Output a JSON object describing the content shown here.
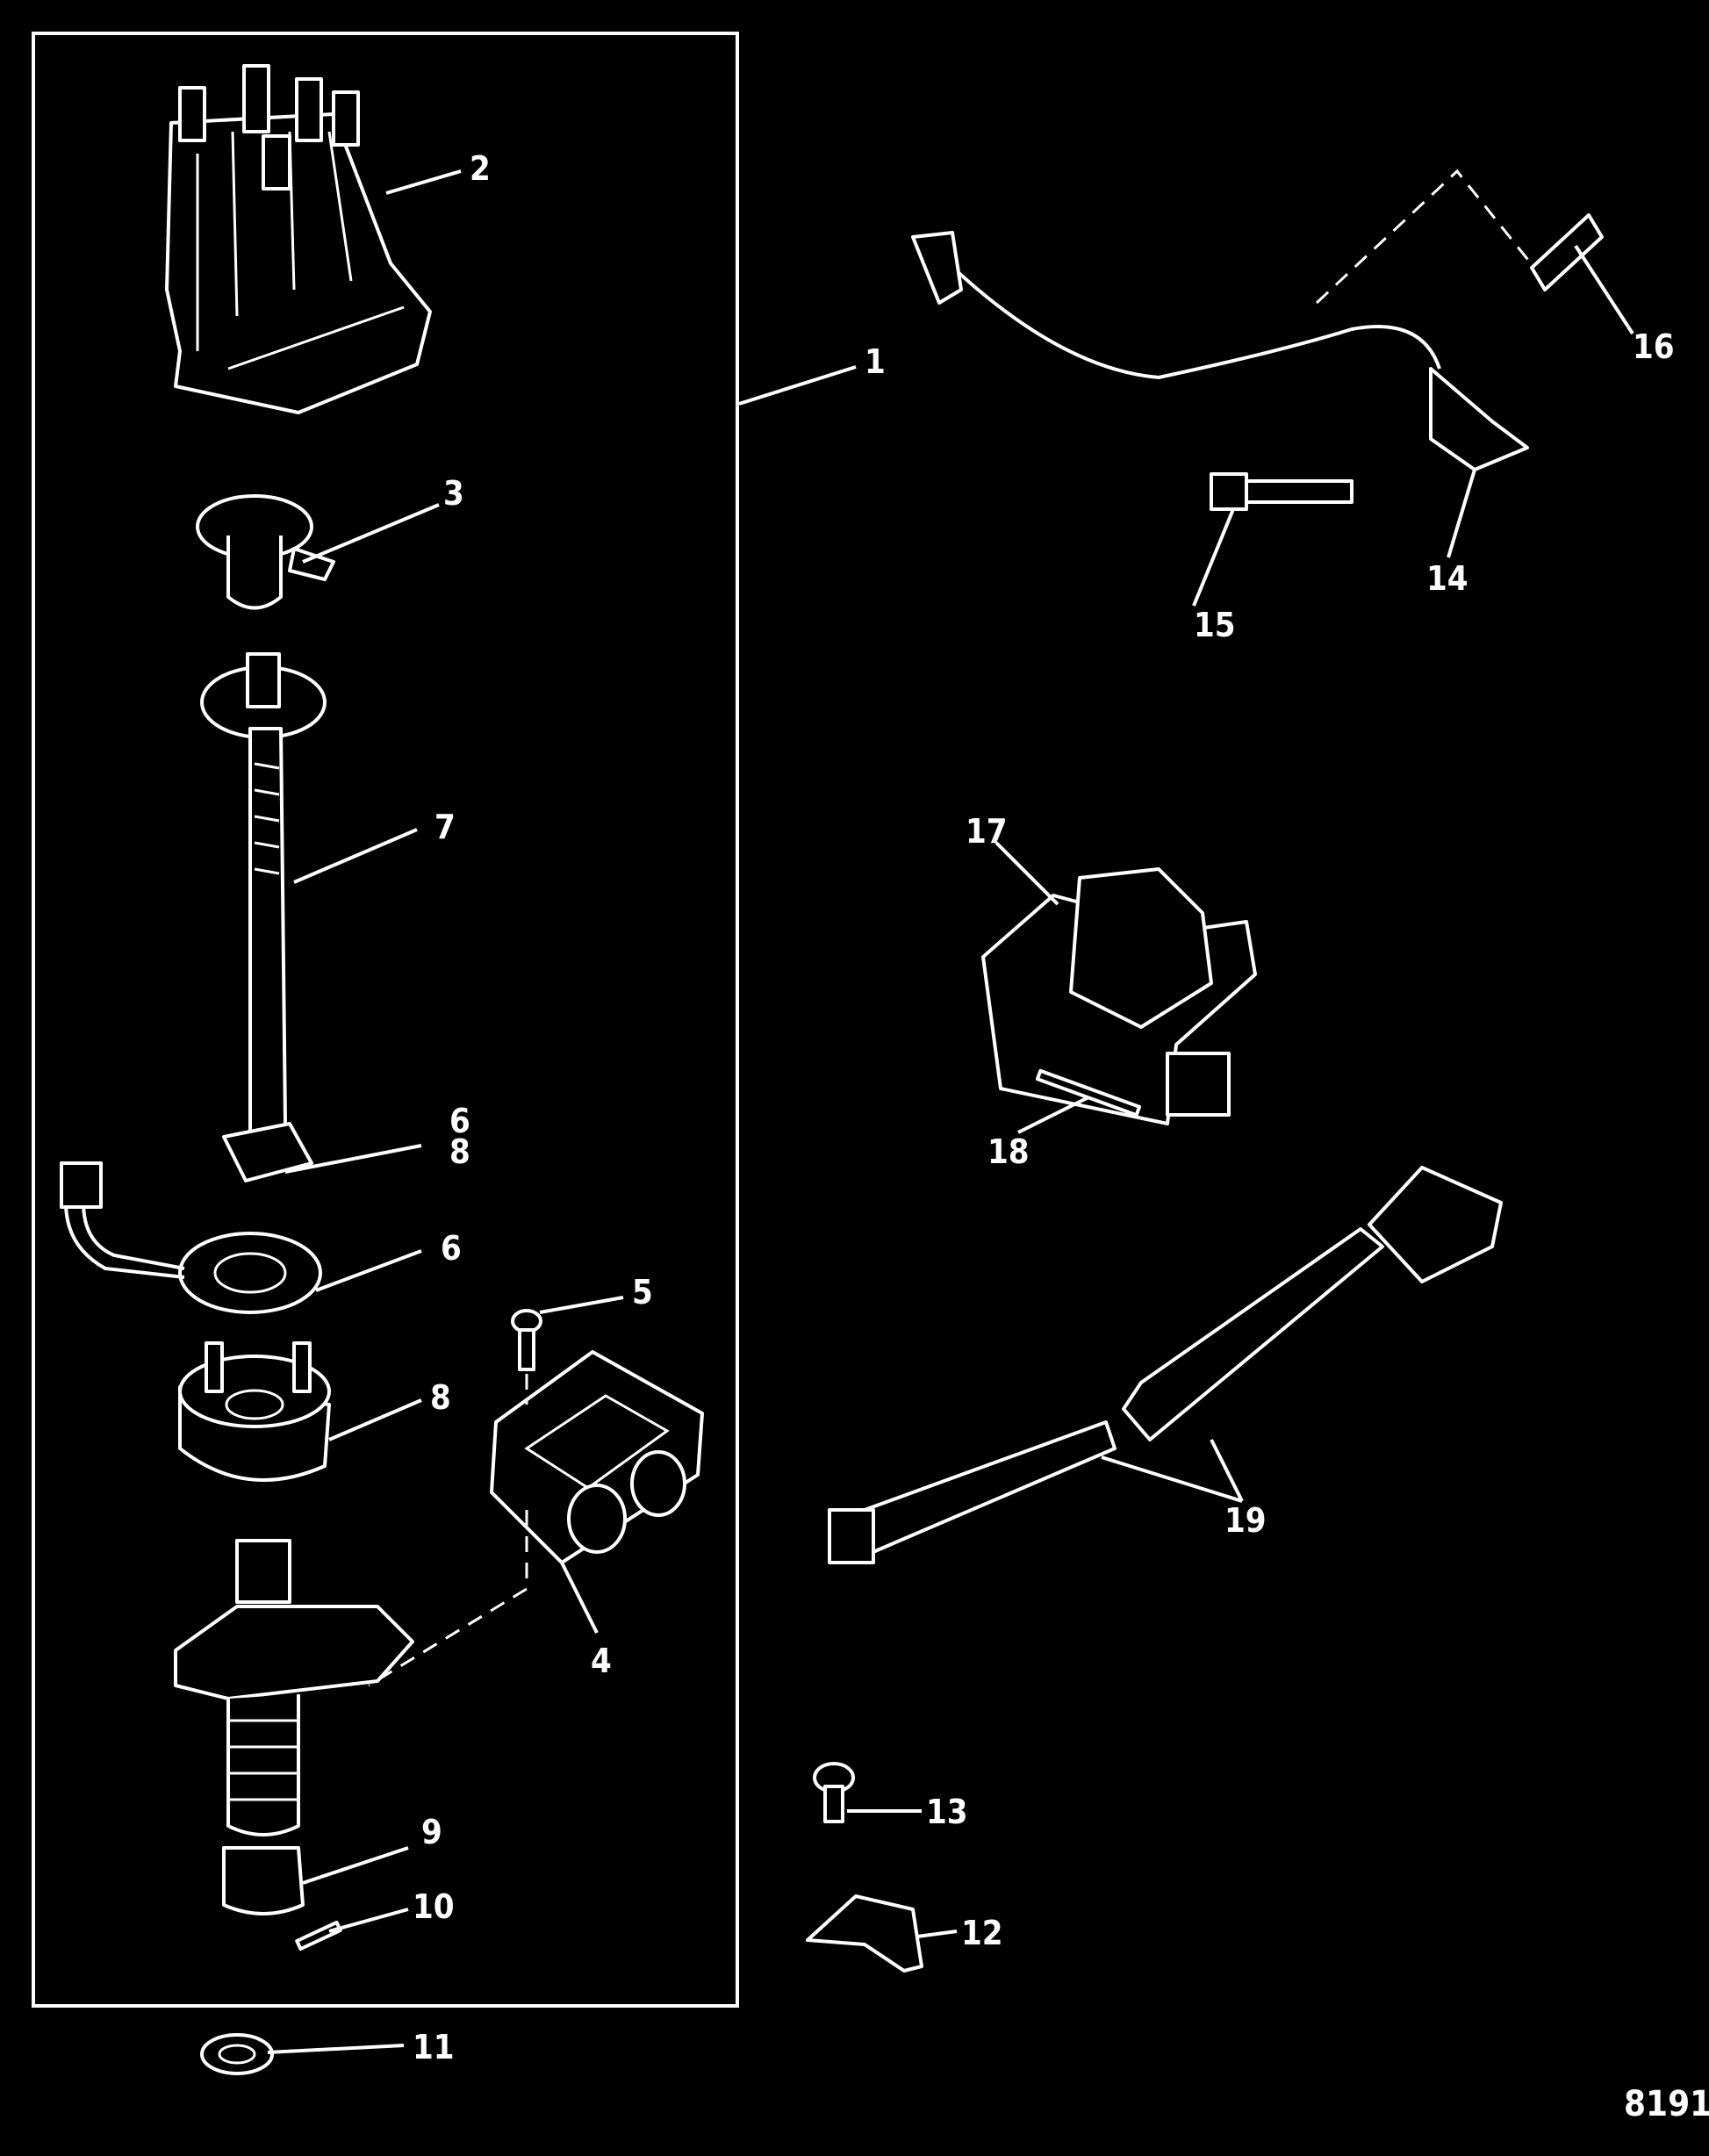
{
  "diagram": {
    "figure_number": "8191",
    "callouts": [
      "1",
      "2",
      "3",
      "4",
      "5",
      "6",
      "6",
      "7",
      "8",
      "8",
      "9",
      "10",
      "11",
      "12",
      "13",
      "14",
      "15",
      "16",
      "17",
      "18",
      "19"
    ]
  }
}
